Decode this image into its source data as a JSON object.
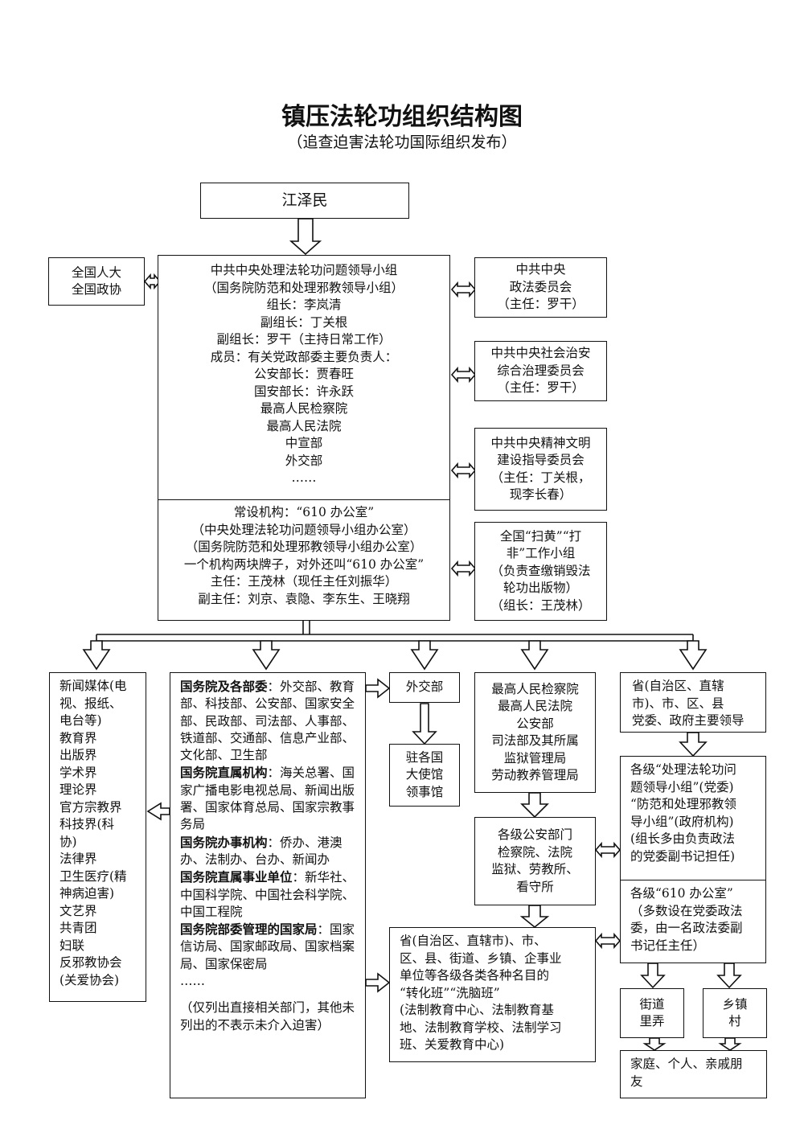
{
  "title": "镇压法轮功组织结构图",
  "subtitle": "（追查迫害法轮功国际组织发布）",
  "jiang": "江泽民",
  "npc": [
    "全国人大",
    "全国政协"
  ],
  "leading_group": [
    "中共中央处理法轮功问题领导小组",
    "（国务院防范和处理邪教领导小组）",
    "组长：李岚清",
    "副组长：丁关根",
    "副组长：罗干（主持日常工作）",
    "成员：有关党政部委主要负责人：",
    "公安部长：贾春旺",
    "国安部长：许永跃",
    "最高人民检察院",
    "最高人民法院",
    "中宣部",
    "外交部",
    "……"
  ],
  "office_610": [
    "常设机构：“610 办公室”",
    "（中央处理法轮功问题领导小组办公室）",
    "（国务院防范和处理邪教领导小组办公室）",
    "一个机构两块牌子，对外还叫“610 办公室”",
    "主任：王茂林（现任主任刘振华）",
    "副主任：刘京、袁隐、李东生、王晓翔"
  ],
  "right_boxes": [
    [
      "中共中央",
      "政法委员会",
      "（主任：罗干）"
    ],
    [
      "中共中央社会治安",
      "综合治理委员会",
      "（主任：罗干）"
    ],
    [
      "中共中央精神文明",
      "建设指导委员会",
      "（主任：丁关根，",
      "现李长春）"
    ],
    [
      "全国“扫黄”“打",
      "非”工作小组",
      "（负责查缴销毁法",
      "轮功出版物）",
      "（组长：王茂林）"
    ]
  ],
  "media": [
    "新闻媒体(电",
    "视、报纸、",
    "电台等)",
    "教育界",
    "出版界",
    "学术界",
    "理论界",
    "官方宗教界",
    "科技界(科",
    "协)",
    "法律界",
    "卫生医疗(精",
    "神病迫害)",
    "文艺界",
    "共青团",
    "妇联",
    "反邪教协会",
    "(关爱协会)"
  ],
  "state_council": {
    "h1": "国务院及各部委",
    "t1": "：外交部、教育部、科技部、公安部、国家安全部、民政部、司法部、人事部、铁道部、交通部、信息产业部、文化部、卫生部",
    "h2": "国务院直属机构",
    "t2": "：海关总署、国家广播电影电视总局、新闻出版署、国家体育总局、国家宗教事务局",
    "h3": "国务院办事机构",
    "t3": "：侨办、港澳办、法制办、台办、新闻办",
    "h4": "国务院直属事业单位",
    "t4": "：新华社、中国科学院、中国社会科学院、中国工程院",
    "h5": "国务院部委管理的国家局",
    "t5": "：国家信访局、国家邮政局、国家档案局、国家保密局",
    "dots": "……",
    "note": "（仅列出直接相关部门，其他未列出的不表示未介入迫害）"
  },
  "mfa": "外交部",
  "embassy": [
    "驻各国",
    "大使馆",
    "领事馆"
  ],
  "procuratorate": [
    "最高人民检察院",
    "最高人民法院",
    "公安部",
    "司法部及其所属",
    "监狱管理局",
    "劳动教养管理局"
  ],
  "public_security": [
    "各级公安部门",
    "检察院、法院",
    "监狱、劳教所、",
    "看守所"
  ],
  "provincial": [
    "省(自治区、直辖",
    "市)、市、区、县",
    "党委、政府主要领导"
  ],
  "local_group": [
    "各级“处理法轮功问",
    "题领导小组”(党委)",
    "“防范和处理邪教领",
    "导小组”(政府机构)",
    "(组长多由负责政法",
    "的党委副书记担任)"
  ],
  "local_610": [
    "各级“610 办公室”",
    "（多数设在党委政法",
    "委，由一名政法委副",
    "书记任主任）"
  ],
  "classes": [
    "省(自治区、直辖市)、市、",
    "区、县、街道、乡镇、企事业",
    "单位等各级各类各种名目的",
    "“转化班”“洗脑班”",
    "(法制教育中心、法制教育基",
    "地、法制教育学校、法制学习",
    "班、关爱教育中心)"
  ],
  "street": [
    "街道",
    "里弄"
  ],
  "town": [
    "乡镇",
    "村"
  ],
  "family": [
    "家庭、个人、亲戚朋",
    "友"
  ]
}
